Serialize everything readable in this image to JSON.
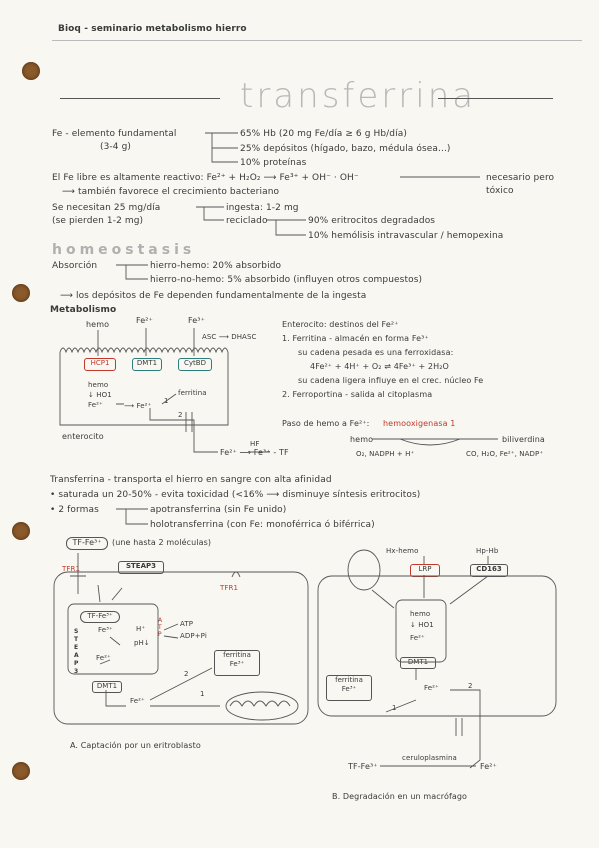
{
  "header": "Bioq - seminario metabolismo hierro",
  "title": "transferrina",
  "fe": {
    "l1a": "Fe - elemento fundamental",
    "l1b": "(3-4 g)",
    "b1": "65% Hb  (20 mg Fe/día ≥ 6 g Hb/día)",
    "b2": "25% depósitos (hígado, bazo, médula ósea...)",
    "b3": "10% proteínas",
    "free1": "El Fe libre es altamente reactivo: Fe²⁺ + H₂O₂ ⟶ Fe³⁺ + OH⁻ · OH⁻",
    "free_note": "necesario pero tóxico",
    "free2": "⟶ también favorece el crecimiento bacteriano",
    "need1": "Se necesitan 25 mg/día",
    "need2": "(se pierden 1-2 mg)",
    "ing": "ingesta: 1-2 mg",
    "rec": "reciclado",
    "rec1": "90% eritrocitos degradados",
    "rec2": "10% hemólisis intravascular / hemopexina"
  },
  "homeostasis": {
    "title": "homeostasis",
    "abs": "Absorción",
    "a1": "hierro-hemo: 20% absorbido",
    "a2": "hierro-no-hemo: 5% absorbido (influyen otros compuestos)",
    "dep": "⟶ los depósitos de Fe dependen fundamentalmente de la ingesta"
  },
  "metabolismo": {
    "title": "Metabolismo",
    "hemo": "hemo",
    "fe2": "Fe²⁺",
    "fe3": "Fe³⁺",
    "asc": "ASC ⟶ DHASC",
    "hcp1": "HCP1",
    "dmt1": "DMT1",
    "cytbd": "CytBD",
    "hemo_in": "hemo",
    "ho1": "↓ HO1",
    "fe2_in": "Fe²⁺",
    "fe2_mid": "⟶ Fe²⁺",
    "ferritina": "ferritina",
    "n1": "1",
    "n2": "2",
    "enterocito": "enterocito",
    "out": "Fe²⁺  ⟶  Fe³⁺ - TF",
    "hf": "HF",
    "dest_title": "Enterocito: destinos del Fe²⁺",
    "d1": "1. Ferritina - almacén en forma Fe³⁺",
    "d1a": "su cadena pesada es una ferroxidasa:",
    "d1b": "4Fe²⁺ + 4H⁺ + O₂ ⇌ 4Fe³⁺ + 2H₂O",
    "d1c": "su cadena ligera influye en el crec. núcleo Fe",
    "d2": "2. Ferroportina - salida al citoplasma",
    "paso": "Paso de hemo a Fe²⁺:",
    "paso_enz": "hemooxigenasa 1",
    "paso_hemo": "hemo",
    "paso_bili": "biliverdina",
    "paso_l": "O₂, NADPH + H⁺",
    "paso_r": "CO, H₂O, Fe²⁺, NADP⁺"
  },
  "transferrina": {
    "t1": "Transferrina - transporta el hierro en sangre con alta afinidad",
    "t2": "• saturada un 20-50% - evita toxicidad (<16% ⟶ disminuye síntesis eritrocitos)",
    "t3": "• 2 formas",
    "f1": "apotransferrina (sin Fe unido)",
    "f2": "holotransferrina (con Fe: monoférrica ó biférrica)",
    "tffe": "TF-Fe³⁺",
    "tffe_note": "(une hasta 2 moléculas)"
  },
  "diagA": {
    "tfr1": "TFR1",
    "steap3": "STEAP3",
    "tfr1b": "TFR1",
    "tffe": "TF-Fe³⁺",
    "fe3": "Fe³⁺",
    "steap": "S T E A P 3",
    "fe2": "Fe²⁺",
    "hplus": "H⁺",
    "ph": "pH↓",
    "atp": "ATP",
    "adp": "ADP+Pi",
    "atp_box": "A T P",
    "dmt1": "DMT1",
    "fe2b": "Fe²⁺",
    "ferritina": "ferritina Fe³⁺",
    "n1": "1",
    "n2": "2",
    "caption": "A. Captación por un eritroblasto"
  },
  "diagB": {
    "hxhemo": "Hx-hemo",
    "hphb": "Hp-Hb",
    "lrp": "LRP",
    "cd163": "CD163",
    "hemo": "hemo",
    "ho1": "↓ HO1",
    "fe2": "Fe²⁺",
    "dmt1": "DMT1",
    "ferritina": "ferritina Fe³⁺",
    "fe2b": "Fe²⁺",
    "n1": "1",
    "n2": "2",
    "out_l": "TF-Fe³⁺",
    "out_enz": "ceruloplasmina",
    "out_r": "Fe²⁺",
    "caption": "B. Degradación en un macrófago"
  }
}
